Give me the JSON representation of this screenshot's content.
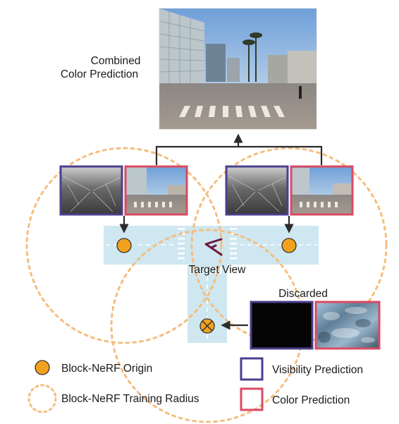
{
  "labels": {
    "combined_color_prediction_line1": "Combined",
    "combined_color_prediction_line2": "Color Prediction",
    "target_view": "Target View",
    "discarded": "Discarded"
  },
  "legend": {
    "origin": "Block-NeRF Origin",
    "training_radius": "Block-NeRF Training Radius",
    "visibility": "Visibility Prediction",
    "color": "Color Prediction"
  },
  "colors": {
    "road": "#cfe7f0",
    "road_markings": "#ffffff",
    "origin_fill": "#f2a11d",
    "origin_stroke": "#333333",
    "radius_dash": "#f4be7e",
    "visibility_border": "#4b3f8f",
    "color_border": "#d94a62",
    "arrow": "#2b2b2b",
    "target_view_marker": "#6b1c3f"
  },
  "icons": {
    "origin": "filled-circle-icon",
    "discarded_origin": "crossed-circle-icon",
    "target_view": "camera-frustum-icon"
  }
}
